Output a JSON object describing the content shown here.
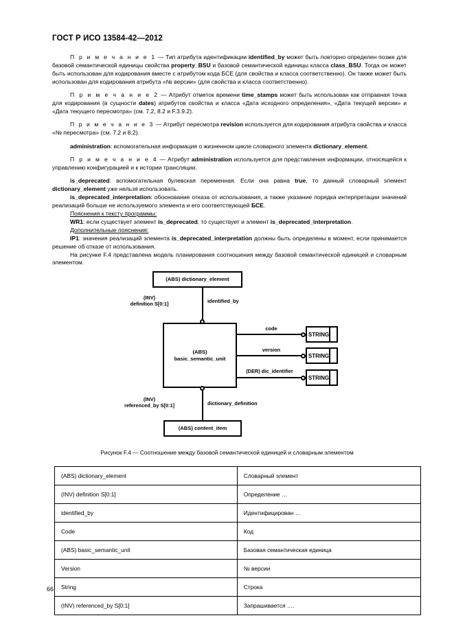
{
  "document": {
    "standard_header": "ГОСТ Р ИСО 13584-42—2012",
    "page_number": "66"
  },
  "body": {
    "note1": {
      "label": "П р и м е ч а н и е  1",
      "text_full": "П р и м е ч а н и е  1 — Тип атрибута идентификации identified_by может быть повторно определен позже для базовой семантической единицы свойства property_BSU и базовой семантической единицы класса class_BSU. Тогда он может быть использован для кодирования вместе с атрибутом кода БСЕ (для свойства и класса соответственно). Он также может быть использован для кодирования атрибута «№ версии» (для свойства и класса соответственно).",
      "seg1": " — Тип атрибута идентификации ",
      "bold1": "identified_by",
      "seg2": " может быть повторно определен позже для базовой семантической единицы свойства ",
      "bold2": "property_BSU",
      "seg3": " и базовой семантической единицы класса ",
      "bold3": "class_BSU",
      "seg4": ". Тогда он может быть использован для кодирования вместе с атрибутом кода БСЕ (для свойства и класса соответственно). Он также может быть использован для кодирования атрибута «№ версии» (для свойства и класса соответственно)."
    },
    "note2": {
      "label": "П р и м е ч а н и е  2",
      "seg1": " — Атрибут отметок времени ",
      "bold1": "time_stamps",
      "seg2": " может быть использован как отправная точка для кодирования (в сущности ",
      "bold2": "dates",
      "seg3": ") атрибутов свойства и класса «Дата исходного определения», «Дата текущей версии» и «Дата текущего пересмотра» (см. 7.2, 8.2 и F.3.9.2)."
    },
    "note3": {
      "label": "П р и м е ч а н и е  3",
      "seg1": " — Атрибут пересмотра ",
      "bold1": "revision",
      "seg2": " используется для кодирования атрибута свойства и класса «№ пересмотра» (см. 7.2 и 8.2)."
    },
    "administration": {
      "bold1": "administration",
      "seg1": ": вспомогательная информация о жизненном цикле словарного элемента ",
      "bold2": "dictionary_element",
      "seg2": "."
    },
    "note4": {
      "label": "П р и м е ч а н и е  4",
      "seg1": " — Атрибут ",
      "bold1": "administration",
      "seg2": " используется для представления информации, относящейся к управлению конфигурацией и к истории трансляции."
    },
    "is_deprecated": {
      "bold1": "is_deprecated",
      "seg1": ": вспомогательная булевская переменная. Если она равна ",
      "bold2": "true",
      "seg2": ", то данный словарный элемент ",
      "bold3": "dictionary_element",
      "seg3": " уже нельзя использовать."
    },
    "is_deprecated_interpretation": {
      "bold1": "is_deprecated_interpretation",
      "seg1": ": обоснование отказа от использования, а также указание порядка интерпретации значений реализаций больше не используемого элемента и его соответствующей ",
      "bold2": "БСЕ",
      "seg2": "."
    },
    "wr_heading": "Пояснения к тексту программы:",
    "wr1": {
      "bold1": "WR1",
      "seg1": ": если существует элемент ",
      "bold2": "is_deprecated",
      "seg2": ", то существует и элемент ",
      "bold3": "is_deprecated_interpretation",
      "seg3": "."
    },
    "ip_heading": "Дополнительные пояснения:",
    "ip1": {
      "bold1": "IP1",
      "seg1": ": значения реализаций элемента ",
      "bold2": "is_deprecated_interpretation",
      "seg2": " должны быть определены в момент, если принимается решение об отказе от использования."
    },
    "figure_intro": "На рисунке F.4 представлена модель планирования соотношения между базовой семантической единицей и словарным элементом."
  },
  "figure": {
    "caption": "Рисунок F.4 — Соотношение между базовой семантической единицей и словарным элементом",
    "boxes": {
      "dictionary_element": "(ABS) dictionary_element",
      "basic_semantic_unit_line1": "(ABS)",
      "basic_semantic_unit_line2": "basic_semantic_unit",
      "content_item": "(ABS) content_item",
      "string1": "STRING",
      "string2": "STRING",
      "string3": "STRING"
    },
    "labels": {
      "inv_definition_line1": "(INV)",
      "inv_definition_line2": "definition S[0:1]",
      "identified_by": "identified_by",
      "code": "code",
      "version": "version",
      "dic_identifier": "(DER) dic_identifier",
      "inv_referenced_by_line1": "(INV)",
      "inv_referenced_by_line2": "referenced_by S[0:1]",
      "dictionary_definition": "dictionary_definition"
    }
  },
  "table": {
    "rows": [
      {
        "term": "(ABS) dictionary_element",
        "translation": "Словарный элемент"
      },
      {
        "term": "(INV) definition S[0:1]",
        "translation": "Определение …"
      },
      {
        "term": "identified_by",
        "translation": "Идентифицирован …"
      },
      {
        "term": "Code",
        "translation": "Код"
      },
      {
        "term": "(ABS) basic_semantic_unit",
        "translation": "Базовая семантическая единица"
      },
      {
        "term": "Version",
        "translation": "№ версии"
      },
      {
        "term": "String",
        "translation": "Строка"
      },
      {
        "term": "(INV) referenced_by S[0:1]",
        "translation": "Запрашивается …."
      }
    ]
  }
}
